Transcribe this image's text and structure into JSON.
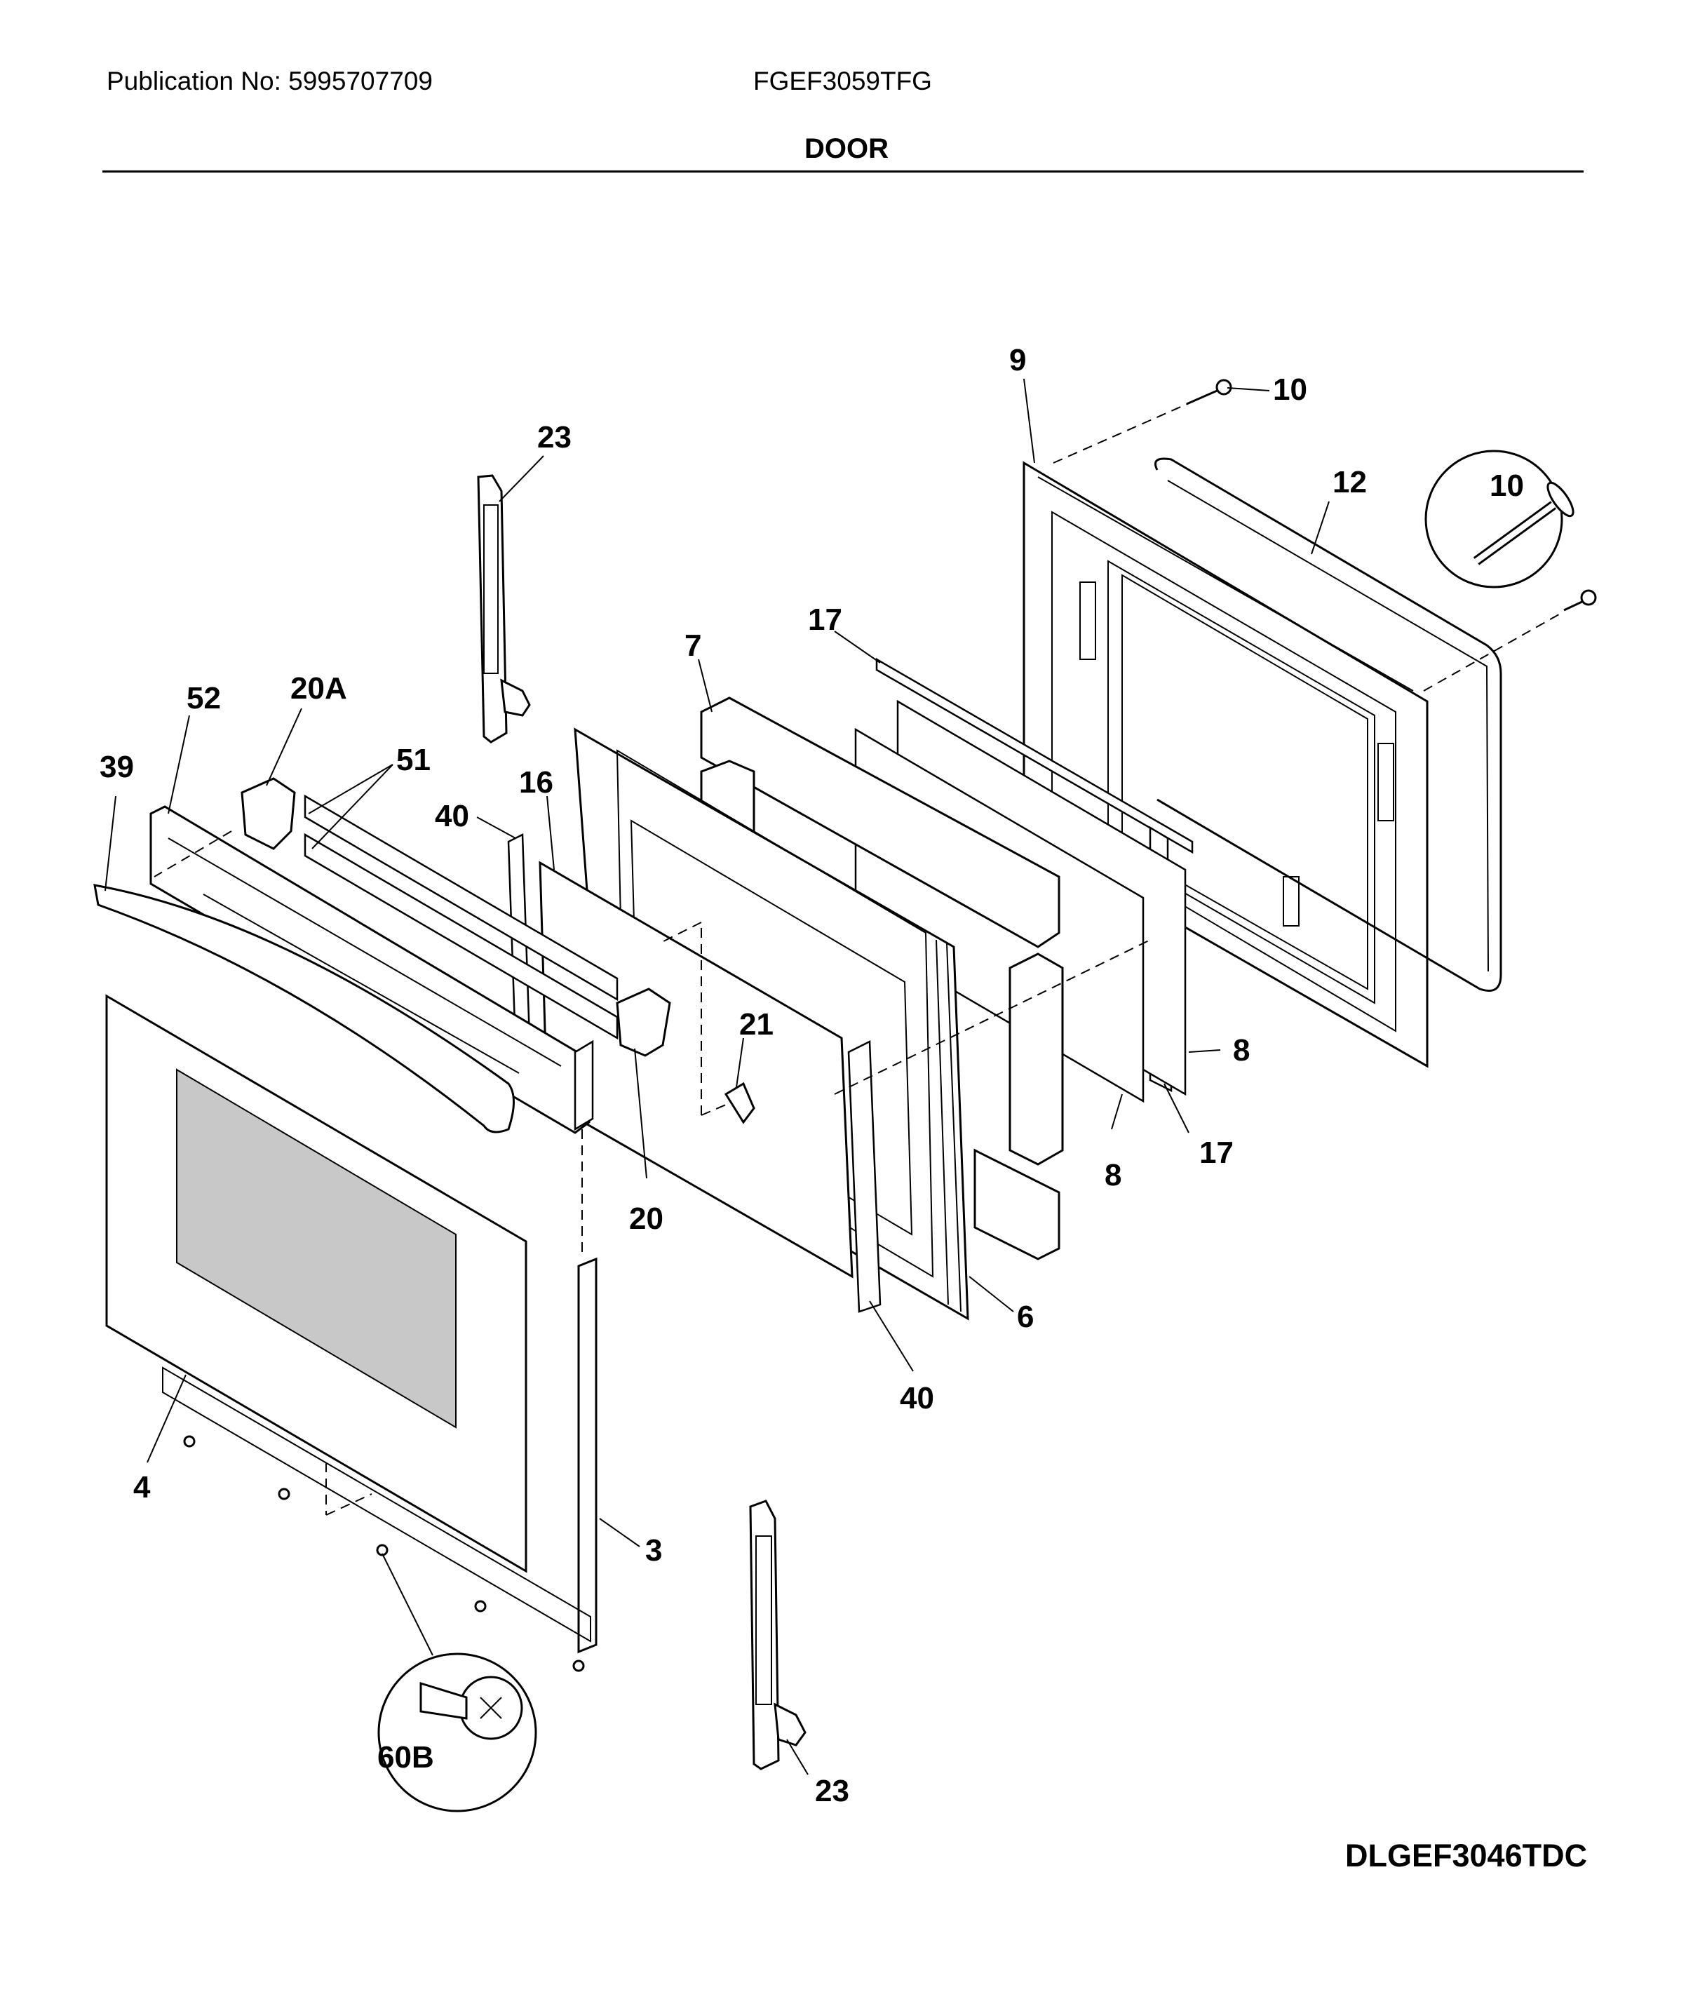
{
  "header": {
    "publication": "Publication No: 5995707709",
    "model": "FGEF3059TFG",
    "section_title": "DOOR"
  },
  "footer": {
    "diagram_code": "DLGEF3046TDC"
  },
  "callouts": {
    "c9": "9",
    "c10a": "10",
    "c10b": "10",
    "c12": "12",
    "c23a": "23",
    "c23b": "23",
    "c17a": "17",
    "c17b": "17",
    "c7": "7",
    "c52": "52",
    "c20a": "20A",
    "c51": "51",
    "c39": "39",
    "c40a": "40",
    "c40b": "40",
    "c16": "16",
    "c21": "21",
    "c20": "20",
    "c8a": "8",
    "c8b": "8",
    "c6": "6",
    "c4": "4",
    "c3": "3",
    "c60b": "60B"
  }
}
